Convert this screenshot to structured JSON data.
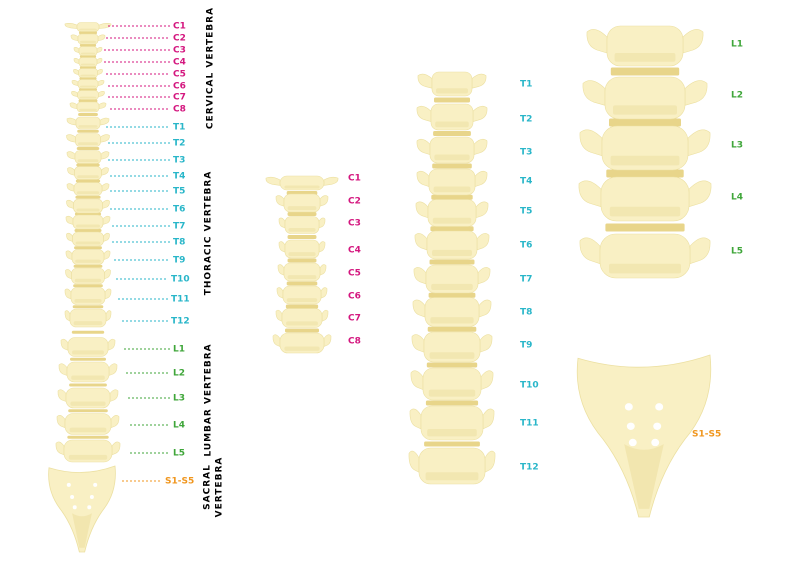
{
  "colors": {
    "cervical": "#d4177f",
    "thoracic": "#29b6c9",
    "lumbar": "#3fa63a",
    "sacral": "#f0961e",
    "bone": "#f9f0c4",
    "bone_shade": "#ece0a2",
    "disc": "#e8d58a"
  },
  "sections": {
    "cervical": "CERVICAL VERTEBRA",
    "thoracic": "THORACIC VERTEBRA",
    "lumbar": "LUMBAR VERTEBRA",
    "sacral_1": "SACRAL",
    "sacral_2": "VERTEBRA"
  },
  "spine_labels": [
    {
      "text": "C1",
      "group": "cervical"
    },
    {
      "text": "C2",
      "group": "cervical"
    },
    {
      "text": "C3",
      "group": "cervical"
    },
    {
      "text": "C4",
      "group": "cervical"
    },
    {
      "text": "C5",
      "group": "cervical"
    },
    {
      "text": "C6",
      "group": "cervical"
    },
    {
      "text": "C7",
      "group": "cervical"
    },
    {
      "text": "C8",
      "group": "cervical"
    },
    {
      "text": "T1",
      "group": "thoracic"
    },
    {
      "text": "T2",
      "group": "thoracic"
    },
    {
      "text": "T3",
      "group": "thoracic"
    },
    {
      "text": "T4",
      "group": "thoracic"
    },
    {
      "text": "T5",
      "group": "thoracic"
    },
    {
      "text": "T6",
      "group": "thoracic"
    },
    {
      "text": "T7",
      "group": "thoracic"
    },
    {
      "text": "T8",
      "group": "thoracic"
    },
    {
      "text": "T9",
      "group": "thoracic"
    },
    {
      "text": "T10",
      "group": "thoracic"
    },
    {
      "text": "T11",
      "group": "thoracic"
    },
    {
      "text": "T12",
      "group": "thoracic"
    },
    {
      "text": "L1",
      "group": "lumbar"
    },
    {
      "text": "L2",
      "group": "lumbar"
    },
    {
      "text": "L3",
      "group": "lumbar"
    },
    {
      "text": "L4",
      "group": "lumbar"
    },
    {
      "text": "L5",
      "group": "lumbar"
    },
    {
      "text": "S1-S5",
      "group": "sacral"
    }
  ],
  "cervical_panel": [
    "C1",
    "C2",
    "C3",
    "C4",
    "C5",
    "C6",
    "C7",
    "C8"
  ],
  "thoracic_panel": [
    "T1",
    "T2",
    "T3",
    "T4",
    "T5",
    "T6",
    "T7",
    "T8",
    "T9",
    "T10",
    "T11",
    "T12"
  ],
  "lumbar_panel": [
    "L1",
    "L2",
    "L3",
    "L4",
    "L5"
  ],
  "sacrum_panel": "S1-S5"
}
